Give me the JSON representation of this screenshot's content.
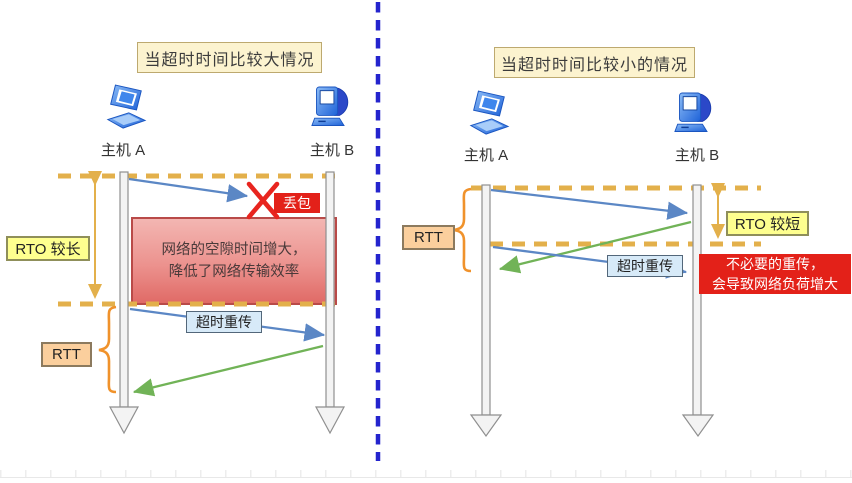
{
  "colors": {
    "gold_dash": "#E3B04B",
    "blue_arrow": "#5B87C5",
    "green_arrow": "#71B357",
    "red_accent": "#E32119",
    "divider_blue": "#2424CE",
    "orange_brace": "#F0922B",
    "yellow_tag_bg": "#FEFF8F",
    "orange_tag_bg": "#FBCF9D",
    "blue_tag_bg": "#D7EAF8",
    "title_bg": "#FCF3CF"
  },
  "left_panel": {
    "title": "当超时时间比较大情况",
    "host_a": "主机 A",
    "host_b": "主机 B",
    "rto": "RTO 较长",
    "rtt": "RTT",
    "packet_loss": "丢包",
    "info_line1": "网络的空隙时间增大，",
    "info_line2": "降低了网络传输效率",
    "retransmit": "超时重传"
  },
  "right_panel": {
    "title": "当超时时间比较小的情况",
    "host_a": "主机 A",
    "host_b": "主机 B",
    "rto": "RTO 较短",
    "rtt": "RTT",
    "retransmit": "超时重传",
    "warning_line1": "不必要的重传，",
    "warning_line2": "会导致网络负荷增大"
  }
}
